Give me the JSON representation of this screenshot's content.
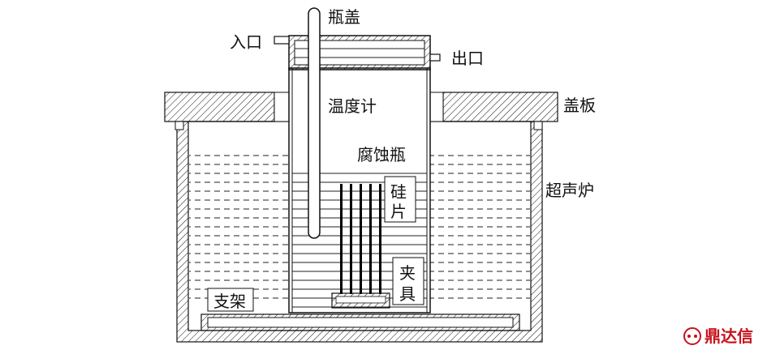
{
  "labels": {
    "cap": "瓶盖",
    "inlet": "入口",
    "outlet": "出口",
    "thermometer": "温度计",
    "cover_plate": "盖板",
    "corrosion_bottle": "腐蚀瓶",
    "ultrasonic_bath": "超声炉",
    "wafer_top": "硅",
    "wafer_bottom": "片",
    "clamp_top": "夹",
    "clamp_bottom": "具",
    "support": "支架"
  },
  "watermark": {
    "text": "鼎达信",
    "color": "#c8121d"
  },
  "colors": {
    "line": "#111111",
    "wafer": "#000000",
    "background": "#ffffff"
  }
}
